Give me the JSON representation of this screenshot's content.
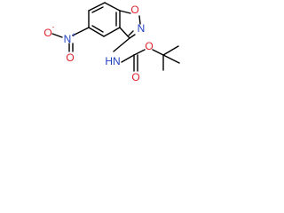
{
  "colors": {
    "bond": "#000000",
    "carbon": "#000000",
    "oxygen": "#e0212b",
    "nitrogen": "#1f3fbf"
  },
  "atoms": {
    "ring_oxygen": {
      "element": "O",
      "label": "O"
    },
    "ring_nitrogen": {
      "element": "N",
      "label": "N"
    },
    "amine": {
      "element": "N",
      "label": "HN"
    },
    "carbonyl_oxygen": {
      "element": "O",
      "label": "O"
    },
    "ester_oxygen": {
      "element": "O",
      "label": "O"
    },
    "nitro_nitrogen": {
      "element": "N",
      "label": "N",
      "charge": "+"
    },
    "nitro_oxygen_single": {
      "element": "O",
      "label": "O",
      "charge": "-"
    },
    "nitro_oxygen_double": {
      "element": "O",
      "label": "O"
    }
  }
}
